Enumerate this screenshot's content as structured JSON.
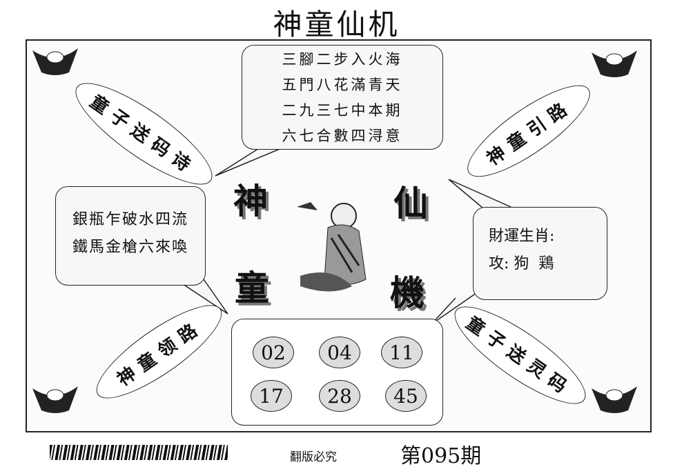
{
  "title": "神童仙机",
  "poem": [
    "三腳二步入火海",
    "五門八花滿青天",
    "二九三七中本期",
    "六七合數四浔意"
  ],
  "left_verse": [
    "銀瓶乍破水四流",
    "鐵馬金槍六來喚"
  ],
  "right_box": {
    "line1": "財運生肖:",
    "line2": "攻: 狗  鶏"
  },
  "ellipses": {
    "top_left": "童子送码诗",
    "top_right": "神童引路",
    "bottom_left": "神童领路",
    "bottom_right": "童子送灵码"
  },
  "big_chars": {
    "shen": "神",
    "xian": "仙",
    "tong": "童",
    "ji": "機"
  },
  "numbers": [
    "02",
    "04",
    "11",
    "17",
    "28",
    "45"
  ],
  "footer": {
    "copyright": "翻版必究",
    "issue": "第095期"
  }
}
